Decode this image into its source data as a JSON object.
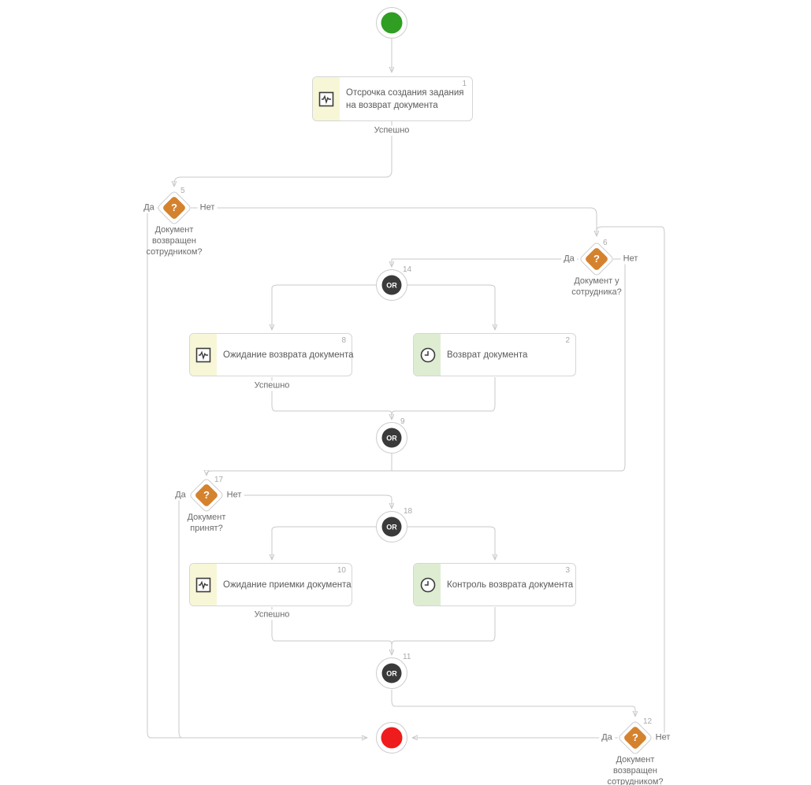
{
  "diagram_title": "Document return workflow",
  "colors": {
    "start_event": "#2f9e23",
    "end_event": "#ee1c1c",
    "gateway_orange": "#d5822e",
    "or_gateway_dark": "#3a3a3a",
    "script_stripe_yellow": "#f7f7d8",
    "timer_stripe_green": "#deedd2",
    "connector_gray": "#c9c9c9",
    "text_gray": "#5a5a5a"
  },
  "nodes": {
    "task1": {
      "number": "1",
      "title": "Отсрочка создания задания на возврат документа",
      "result": "Успешно"
    },
    "gw5": {
      "number": "5",
      "icon": "?",
      "question": "Документ возвращен сотрудником?",
      "yes": "Да",
      "no": "Нет"
    },
    "gw6": {
      "number": "6",
      "icon": "?",
      "question": "Документ у сотрудника?",
      "yes": "Да",
      "no": "Нет"
    },
    "or14": {
      "number": "14",
      "label": "OR"
    },
    "task8": {
      "number": "8",
      "title": "Ожидание возврата документа",
      "result": "Успешно"
    },
    "task2": {
      "number": "2",
      "title": "Возврат документа"
    },
    "or9": {
      "number": "9",
      "label": "OR"
    },
    "gw17": {
      "number": "17",
      "icon": "?",
      "question": "Документ принят?",
      "yes": "Да",
      "no": "Нет"
    },
    "or18": {
      "number": "18",
      "label": "OR"
    },
    "task10": {
      "number": "10",
      "title": "Ожидание приемки документа",
      "result": "Успешно"
    },
    "task3": {
      "number": "3",
      "title": "Контроль возврата документа"
    },
    "or11": {
      "number": "11",
      "label": "OR"
    },
    "gw12": {
      "number": "12",
      "icon": "?",
      "question": "Документ возвращен сотрудником?",
      "yes": "Да",
      "no": "Нет"
    }
  }
}
